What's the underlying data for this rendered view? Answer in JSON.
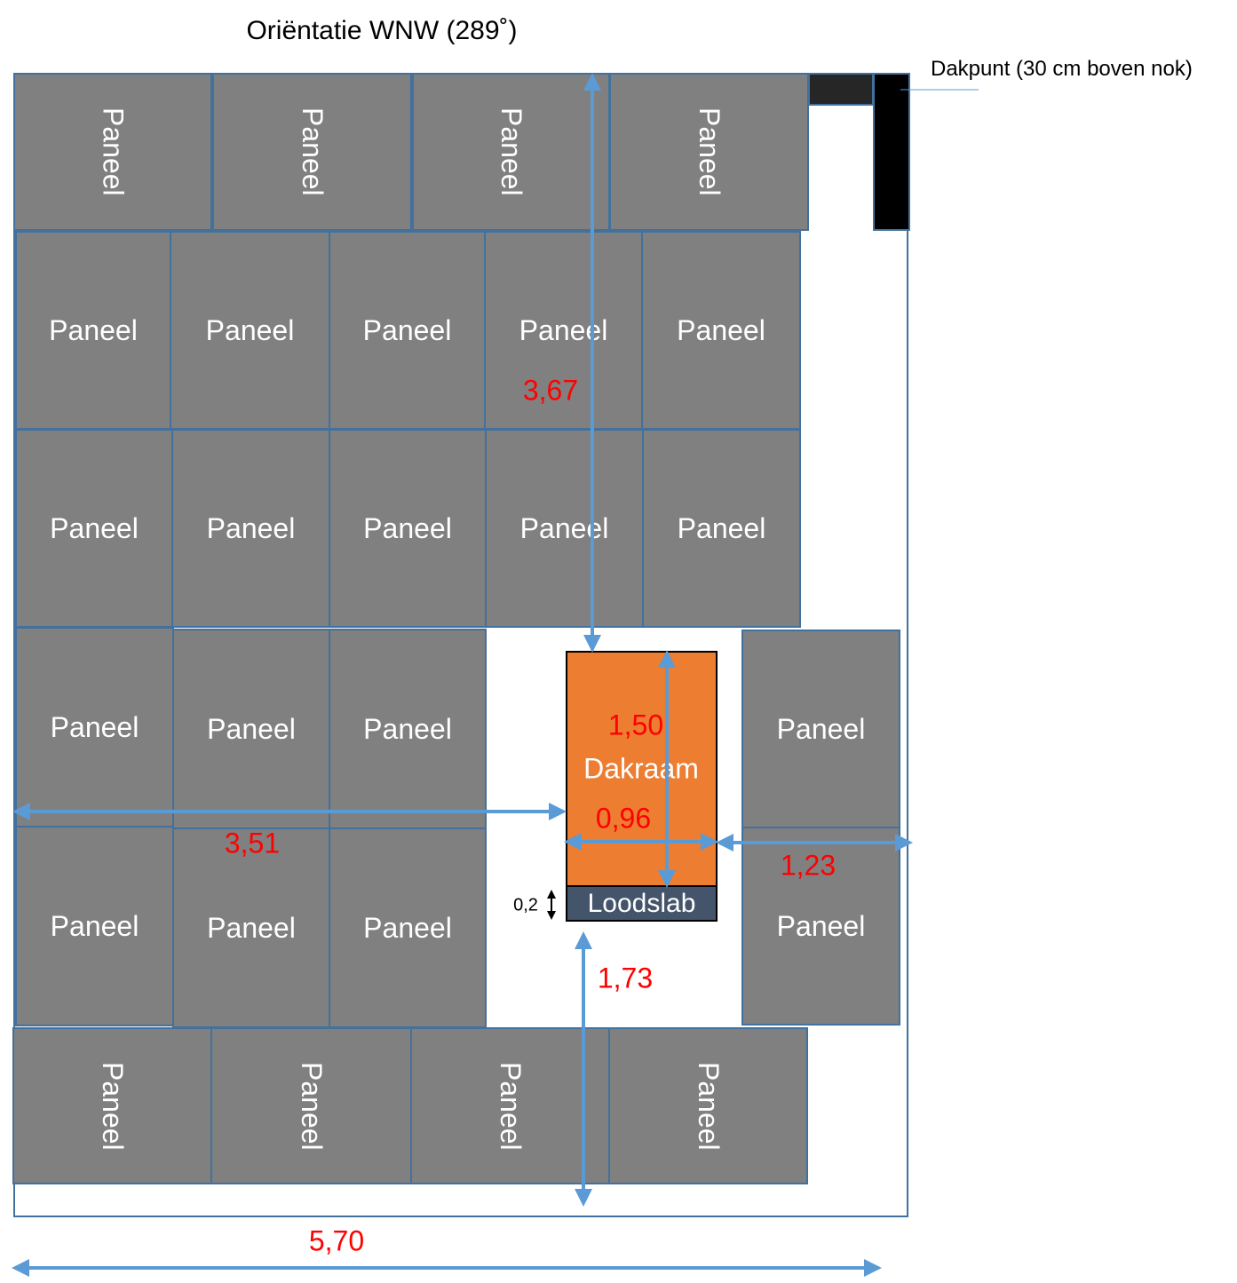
{
  "title": "Oriëntatie WNW (289˚)",
  "dakpunt_label": "Dakpunt (30 cm boven nok)",
  "panel_label": "Paneel",
  "dakraam_label": "Dakraam",
  "loodslab_label": "Loodslab",
  "dimensions": {
    "top_to_dakraam": "3,67",
    "dakraam_height": "1,50",
    "dakraam_width": "0,96",
    "left_to_dakraam": "3,51",
    "dakraam_to_right": "1,23",
    "loodslab_to_bottom": "1,73",
    "loodslab_height": "0,2",
    "roof_width": "5,70"
  },
  "colors": {
    "panel": "#808080",
    "panel_border": "#41719C",
    "dakraam": "#ED7D31",
    "loodslab": "#44546A",
    "arrow": "#5B9BD5",
    "dimension_text": "#FF0000"
  }
}
